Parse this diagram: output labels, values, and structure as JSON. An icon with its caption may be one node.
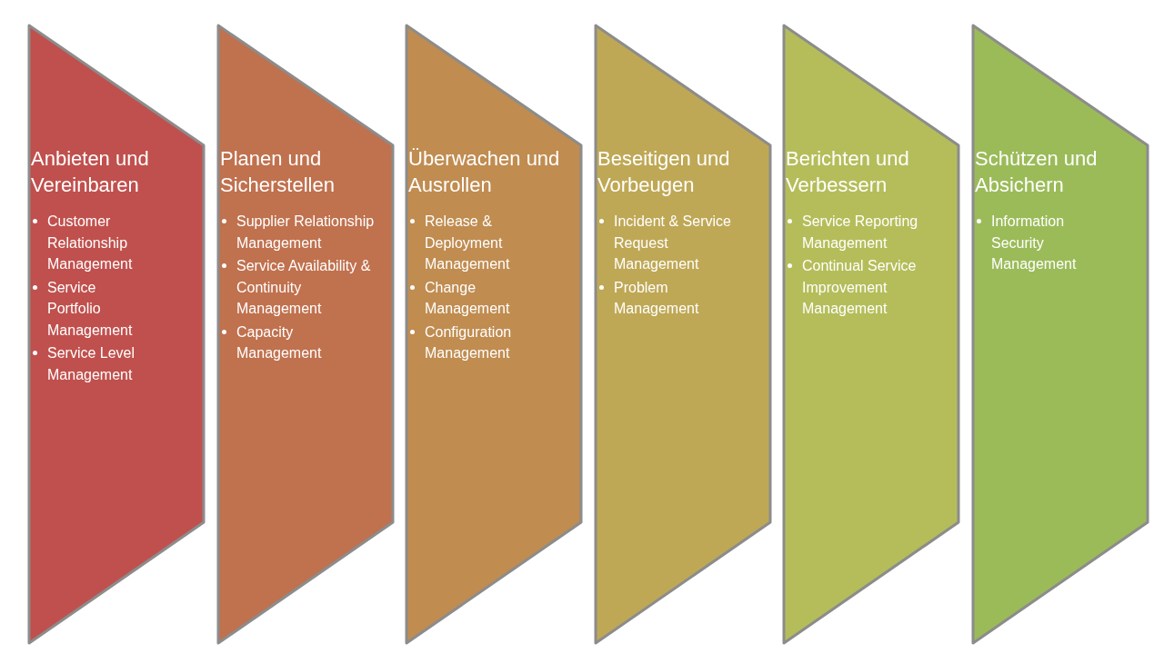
{
  "diagram": {
    "nodes": [
      {
        "text": [
          "Anbieten und Vereinbaren",
          "Customer Relationship Management",
          "Service Portfolio Management",
          "Service Level Management"
        ]
      },
      {
        "text": [
          "Planen und Sicherstellen",
          "Supplier Relationship Management",
          "Service Availability & Continuity Management",
          "Capacity Management"
        ]
      },
      {
        "text": [
          "Überwachen und Ausrollen",
          "Release & Deployment Management",
          "Change Management",
          "Configuration Management"
        ]
      },
      {
        "text": [
          "Beseitigen und Vorbeugen",
          "Incident & Service Request Management",
          "Problem Management"
        ]
      },
      {
        "text": [
          "Berichten und Verbessern",
          "Service Reporting Management",
          "Continual Service Improvement Management"
        ]
      },
      {
        "text": [
          "Schützen und Absichern",
          "Information Security Management"
        ]
      }
    ]
  }
}
